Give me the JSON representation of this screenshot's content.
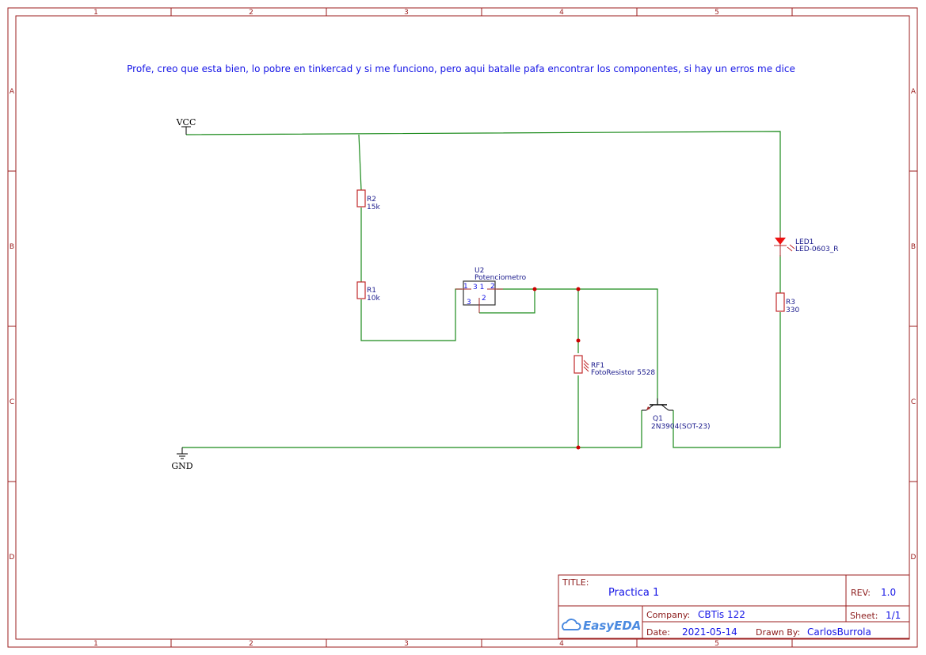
{
  "sheet": {
    "columns": [
      "1",
      "2",
      "3",
      "4",
      "5"
    ],
    "rows": [
      "A",
      "B",
      "C",
      "D"
    ]
  },
  "note": "Profe, creo que esta bien, lo pobre en tinkercad y si me funciono, pero aqui batalle pafa encontrar los componentes, si hay un erros me dice",
  "power": {
    "vcc": "VCC",
    "gnd": "GND"
  },
  "components": {
    "r2": {
      "ref": "R2",
      "value": "15k"
    },
    "r1": {
      "ref": "R1",
      "value": "10k"
    },
    "u2": {
      "ref": "U2",
      "value": "Potenciometro",
      "pin1": "1",
      "pin2": "2",
      "pin3": "3",
      "inner": "3 1",
      "wiper": "2"
    },
    "rf1": {
      "ref": "RF1",
      "value": "FotoResistor 5528"
    },
    "q1": {
      "ref": "Q1",
      "value": "2N3904(SOT-23)"
    },
    "led1": {
      "ref": "LED1",
      "value": "LED-0603_R"
    },
    "r3": {
      "ref": "R3",
      "value": "330"
    }
  },
  "title_block": {
    "title_label": "TITLE:",
    "title": "Practica 1",
    "rev_label": "REV:",
    "rev": "1.0",
    "company_label": "Company:",
    "company": "CBTis 122",
    "sheet_label": "Sheet:",
    "sheet": "1/1",
    "date_label": "Date:",
    "date": "2021-05-14",
    "drawn_label": "Drawn By:",
    "drawn": "CarlosBurrola",
    "logo": "EasyEDA"
  },
  "colors": {
    "wire": "#1a8a1a",
    "part": "#c0282a",
    "frame": "#9b1c1c",
    "text": "#1515e6"
  }
}
